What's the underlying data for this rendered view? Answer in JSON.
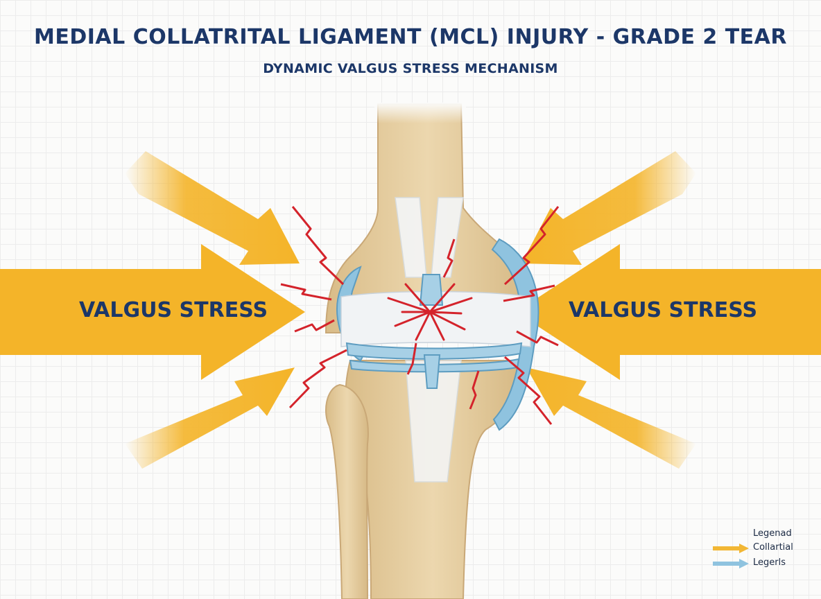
{
  "title": "MEDIAL COLLATRITAL LIGAMENT (MCL) INJURY - GRADE 2 TEAR",
  "subtitle": "DYNAMIC VALGUS STRESS MECHANISM",
  "labels": {
    "left_stress": "VALGUS STRESS",
    "right_stress": "VALGUS STRESS"
  },
  "legend": {
    "title": "Legenad",
    "items": [
      {
        "label": "Collartial",
        "color": "#f2b735"
      },
      {
        "label": "Legerls",
        "color": "#8fc3df"
      }
    ]
  },
  "colors": {
    "arrow": "#f4b429",
    "bone": "#e5cda0",
    "ligament": "#8fc3df",
    "tear": "#d4232b",
    "text": "#1c3768"
  }
}
